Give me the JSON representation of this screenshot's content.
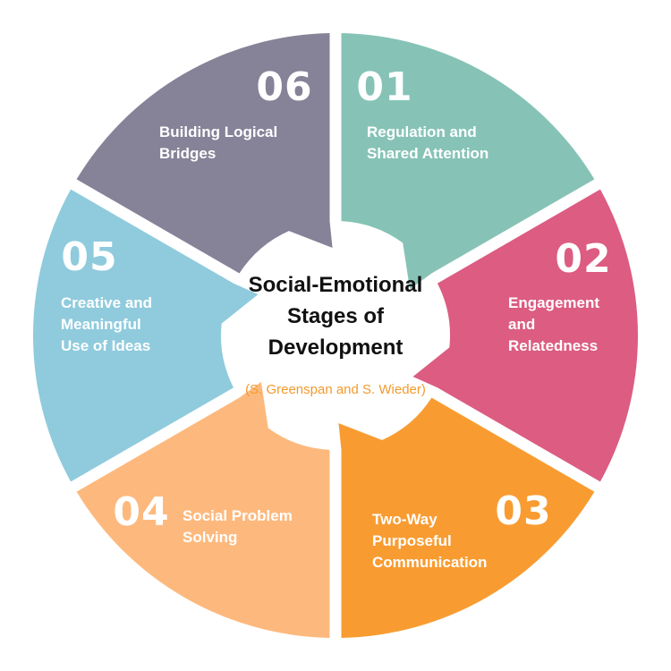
{
  "title_lines": [
    "Social-Emotional",
    "Stages of",
    "Development"
  ],
  "subtitle": "(S. Greenspan and S. Wieder)",
  "subtitle_color": "#f39a2d",
  "stages": [
    {
      "number": "01",
      "lines": [
        "Regulation and",
        "Shared Attention"
      ],
      "color": "#86c3b6"
    },
    {
      "number": "02",
      "lines": [
        "Engagement",
        "and",
        "Relatedness"
      ],
      "color": "#dc5c82"
    },
    {
      "number": "03",
      "lines": [
        "Two-Way",
        "Purposeful",
        "Communication"
      ],
      "color": "#f89c32"
    },
    {
      "number": "04",
      "lines": [
        "Social Problem",
        "Solving"
      ],
      "color": "#fdb97d"
    },
    {
      "number": "05",
      "lines": [
        "Creative and",
        "Meaningful",
        "Use of Ideas"
      ],
      "color": "#8fcbdd"
    },
    {
      "number": "06",
      "lines": [
        "Building Logical",
        "Bridges"
      ],
      "color": "#868298"
    }
  ]
}
